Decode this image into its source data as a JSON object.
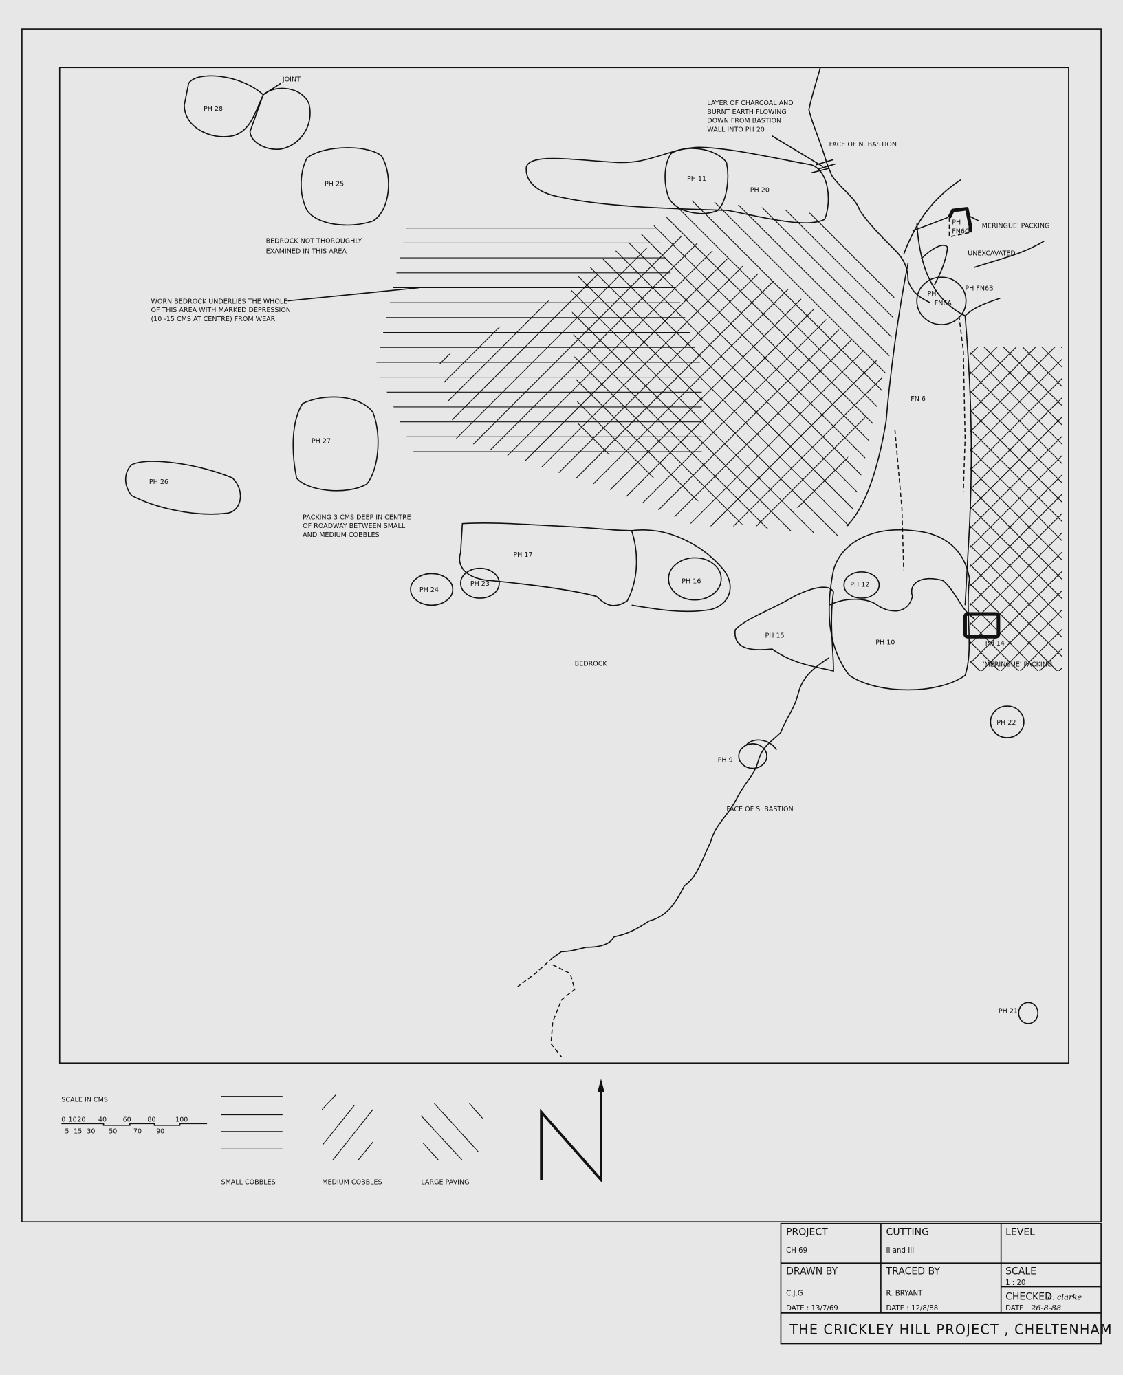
{
  "plan_labels": {
    "joint": "JOINT",
    "ph28": "PH 28",
    "ph25": "PH 25",
    "bedrock_not_examined": [
      "BEDROCK NOT THOROUGHLY",
      "EXAMINED IN THIS AREA"
    ],
    "worn_bedrock": [
      "WORN BEDROCK UNDERLIES THE WHOLE",
      "OF THIS AREA WITH MARKED DEPRESSION",
      "(10 -15 CMS AT CENTRE) FROM WEAR"
    ],
    "charcoal_layer": [
      "LAYER OF CHARCOAL AND",
      "BURNT EARTH FLOWING",
      "DOWN FROM BASTION",
      "WALL INTO PH 20"
    ],
    "face_n_bastion": "FACE OF N. BASTION",
    "ph11": "PH 11",
    "ph20": "PH 20",
    "ph_fn6c": [
      "PH",
      "FN6C"
    ],
    "meringue_packing_1": "'MERINGUE' PACKING",
    "unexcavated": "UNEXCAVATED",
    "ph_fn6b": "PH FN6B",
    "ph_fn6a": [
      "PH",
      "FN6A"
    ],
    "fn6": "FN 6",
    "ph27": "PH 27",
    "ph26": "PH 26",
    "packing": [
      "PACKING 3 CMS DEEP IN CENTRE",
      "OF ROADWAY BETWEEN SMALL",
      "AND MEDIUM COBBLES"
    ],
    "ph17": "PH 17",
    "ph24": "PH 24",
    "ph23": "PH 23",
    "ph16": "PH 16",
    "ph12": "PH 12",
    "ph15": "PH 15",
    "ph10": "PH 10",
    "ph14": "PH 14",
    "meringue_packing_2": "'MERINGUE' PACKING",
    "bedrock": "BEDROCK",
    "ph22": "PH 22",
    "ph9": "PH 9",
    "face_s_bastion": "FACE OF S. BASTION",
    "ph21": "PH 21"
  },
  "legend": {
    "scale_title": "SCALE IN CMS",
    "scale_top": [
      "0",
      "10",
      "20",
      "40",
      "60",
      "80",
      "100"
    ],
    "scale_bottom": [
      "5",
      "15",
      "30",
      "50",
      "70",
      "90"
    ],
    "small_cobbles": "SMALL COBBLES",
    "medium_cobbles": "MEDIUM COBBLES",
    "large_paving": "LARGE PAVING",
    "north_icon": "north-arrow-icon"
  },
  "title_block": {
    "project_label": "PROJECT",
    "project_value": "CH 69",
    "cutting_label": "CUTTING",
    "cutting_value": "II and III",
    "level_label": "LEVEL",
    "drawn_by_label": "DRAWN BY",
    "drawn_by_value": "C.J.G",
    "drawn_date": "DATE : 13/7/69",
    "traced_by_label": "TRACED BY",
    "traced_by_value": "R. BRYANT",
    "traced_date": "DATE : 12/8/88",
    "scale_label": "SCALE",
    "scale_value": "1 : 20",
    "checked_label": "CHECKED",
    "checked_signature": "c. clarke",
    "checked_date_label": "DATE :",
    "checked_date_value": "26-8-88",
    "title": "THE CRICKLEY HILL PROJECT , CHELTENHAM"
  }
}
